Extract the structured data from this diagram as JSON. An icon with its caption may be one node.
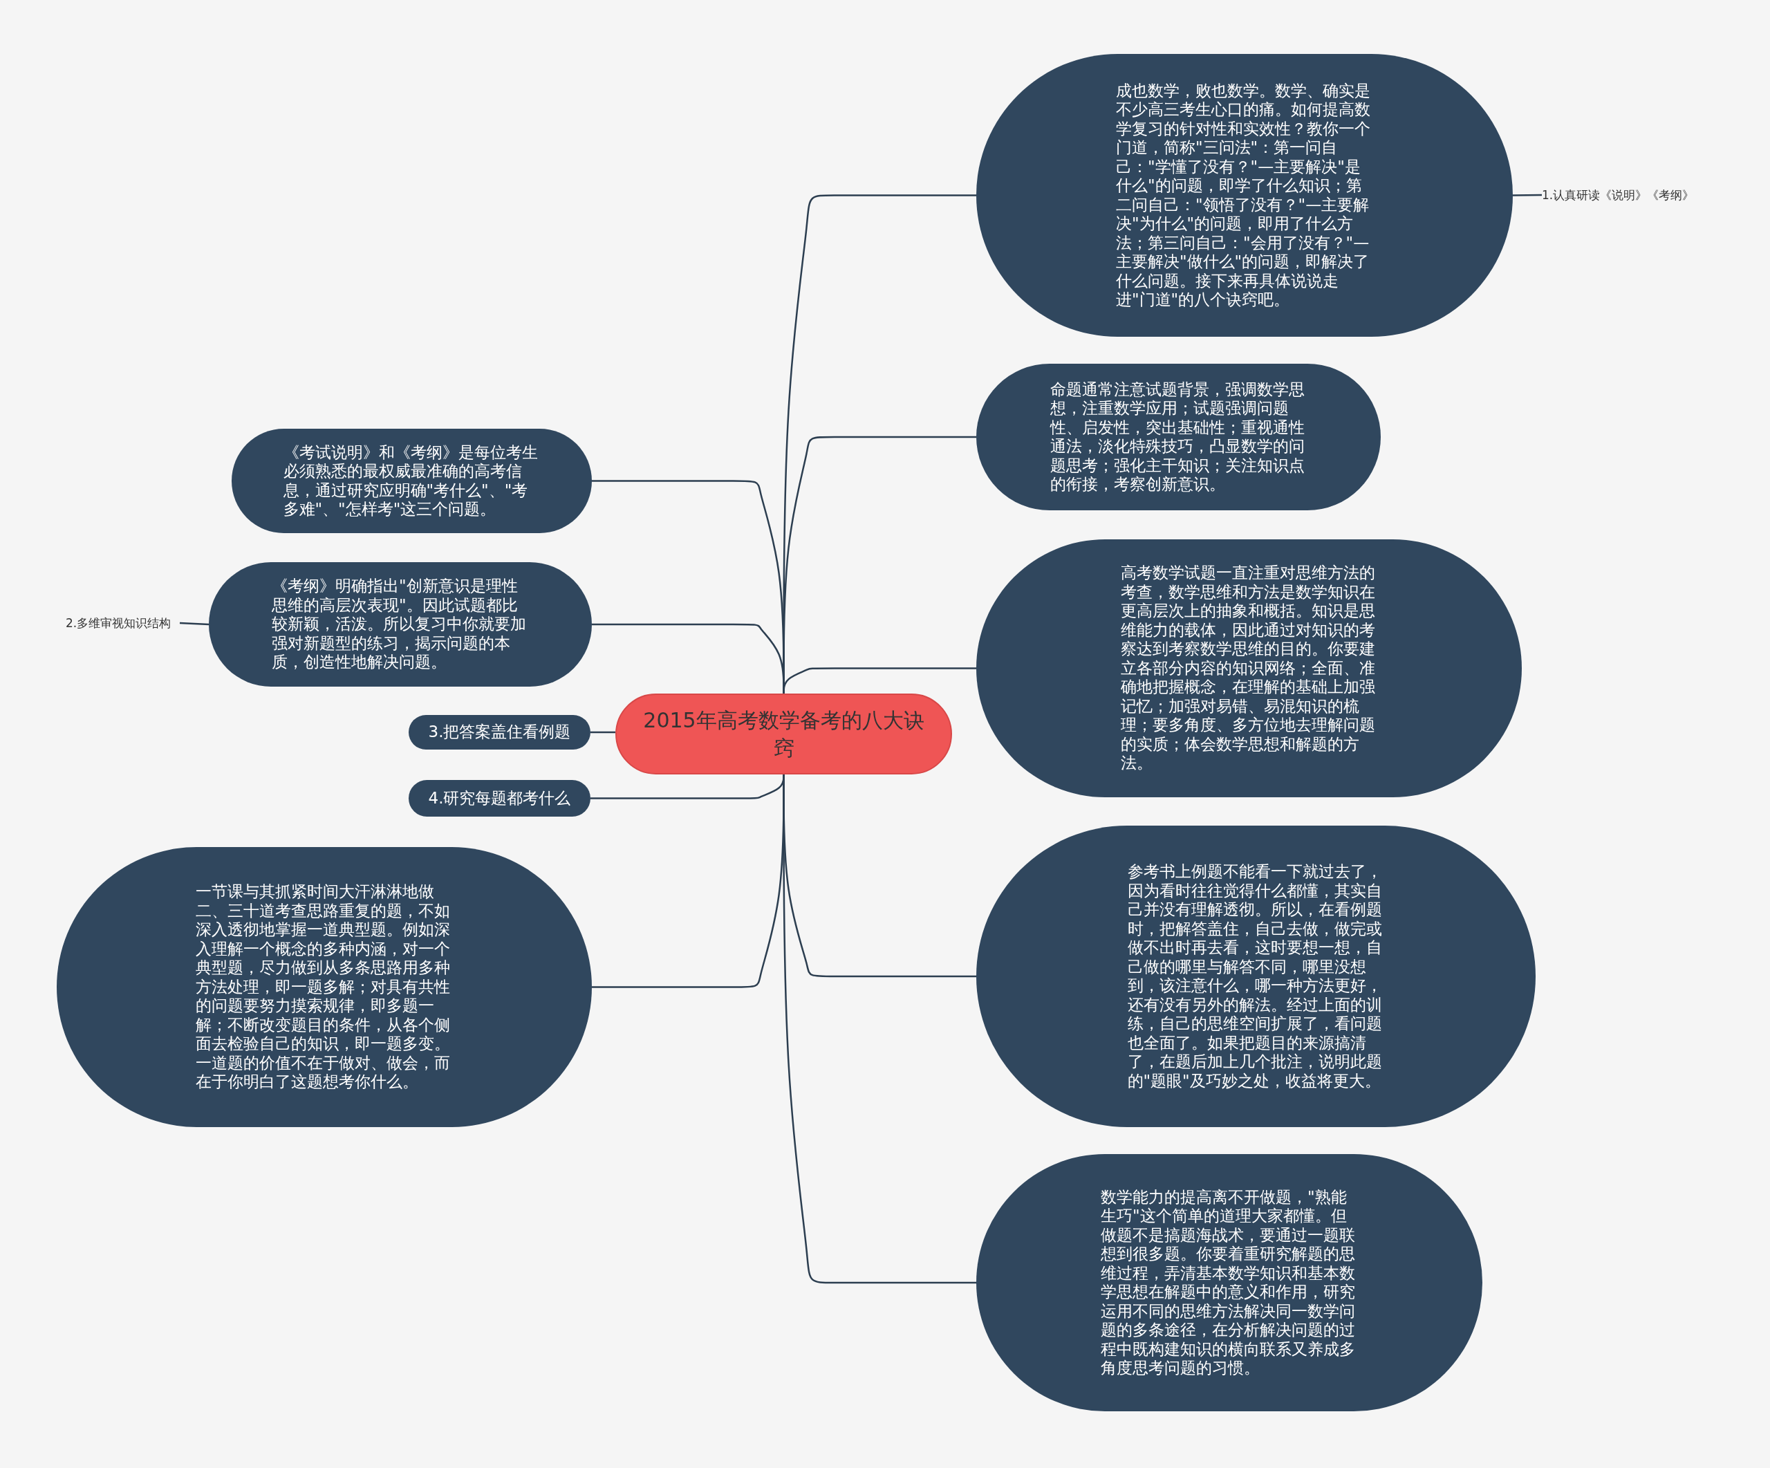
{
  "diagram": {
    "nodes": [
      {
        "text": [
          "2015年高考数学备考的八大诀窍"
        ]
      },
      {
        "text": [
          "成也数学，败也数学。数学、确实是不少高三考生心口的痛。如何提高数学复习的针对性和实效性？教你一个门道，简称\"三问法\"：第一问自己：\"学懂了没有？\"—主要解决\"是什么\"的问题，即学了什么知识；第二问自己：\"领悟了没有？\"—主要解决\"为什么\"的问题，即用了什么方法；第三问自己：\"会用了没有？\"—主要解决\"做什么\"的问题，即解决了什么问题。接下来再具体说说走进\"门道\"的八个诀窍吧。"
        ]
      },
      {
        "text": [
          "1.认真研读《说明》《考纲》"
        ]
      },
      {
        "text": [
          "命题通常注意试题背景，强调数学思想，注重数学应用；试题强调问题性、启发性，突出基础性；重视通性通法，淡化特殊技巧，凸显数学的问题思考；强化主干知识；关注知识点的衔接，考察创新意识。"
        ]
      },
      {
        "text": [
          "高考数学试题一直注重对思维方法的考查，数学思维和方法是数学知识在更高层次上的抽象和概括。知识是思维能力的载体，因此通过对知识的考察达到考察数学思维的目的。你要建立各部分内容的知识网络；全面、准确地把握概念，在理解的基础上加强记忆；加强对易错、易混知识的梳理；要多角度、多方位地去理解问题的实质；体会数学思想和解题的方法。"
        ]
      },
      {
        "text": [
          "参考书上例题不能看一下就过去了，因为看时往往觉得什么都懂，其实自己并没有理解透彻。所以，在看例题时，把解答盖住，自己去做，做完或做不出时再去看，这时要想一想，自己做的哪里与解答不同，哪里没想到，该注意什么，哪一种方法更好，还有没有另外的解法。经过上面的训练，自己的思维空间扩展了，看问题也全面了。如果把题目的来源搞清了，在题后加上几个批注，说明此题的\"题眼\"及巧妙之处，收益将更大。"
        ]
      },
      {
        "text": [
          "数学能力的提高离不开做题，\"熟能生巧\"这个简单的道理大家都懂。但做题不是搞题海战术，要通过一题联想到很多题。你要着重研究解题的思维过程，弄清基本数学知识和基本数学思想在解题中的意义和作用，研究运用不同的思维方法解决同一数学问题的多条途径，在分析解决问题的过程中既构建知识的横向联系又养成多角度思考问题的习惯。"
        ]
      },
      {
        "text": [
          "《考试说明》和《考纲》是每位考生必须熟悉的最权威最准确的高考信息，通过研究应明确\"考什么\"、\"考多难\"、\"怎样考\"这三个问题。"
        ]
      },
      {
        "text": [
          "《考纲》明确指出\"创新意识是理性思维的高层次表现\"。因此试题都比较新颖，活泼。所以复习中你就要加强对新题型的练习，揭示问题的本质，创造性地解决问题。"
        ]
      },
      {
        "text": [
          "2.多维审视知识结构"
        ]
      },
      {
        "text": [
          "3.把答案盖住看例题"
        ]
      },
      {
        "text": [
          "4.研究每题都考什么"
        ]
      },
      {
        "text": [
          "一节课与其抓紧时间大汗淋淋地做二、三十道考查思路重复的题，不如深入透彻地掌握一道典型题。例如深入理解一个概念的多种内涵，对一个典型题，尽力做到从多条思路用多种方法处理，即一题多解；对具有共性的问题要努力摸索规律，即多题一解；不断改变题目的条件，从各个侧面去检验自己的知识，即一题多变。一道题的价值不在于做对、做会，而在于你明白了这题想考你什么。"
        ]
      }
    ],
    "edges": [
      {
        "from": 0,
        "to": 1,
        "arrow": "none"
      },
      {
        "from": 1,
        "to": 2,
        "arrow": "none"
      },
      {
        "from": 0,
        "to": 3,
        "arrow": "none"
      },
      {
        "from": 0,
        "to": 4,
        "arrow": "none"
      },
      {
        "from": 0,
        "to": 5,
        "arrow": "none"
      },
      {
        "from": 0,
        "to": 6,
        "arrow": "none"
      },
      {
        "from": 0,
        "to": 7,
        "arrow": "none"
      },
      {
        "from": 0,
        "to": 8,
        "arrow": "none"
      },
      {
        "from": 8,
        "to": 9,
        "arrow": "none"
      },
      {
        "from": 0,
        "to": 10,
        "arrow": "none"
      },
      {
        "from": 0,
        "to": 11,
        "arrow": "none"
      },
      {
        "from": 0,
        "to": 12,
        "arrow": "none"
      }
    ]
  }
}
